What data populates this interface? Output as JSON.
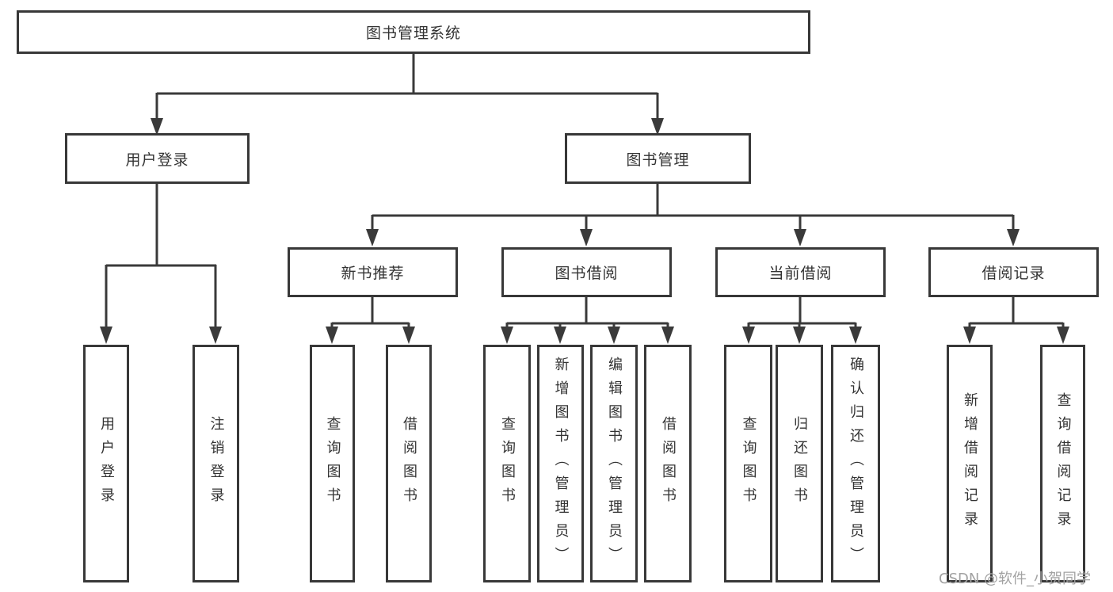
{
  "tree": {
    "root": "图书管理系统",
    "children": [
      {
        "label": "用户登录",
        "children": [
          "用户登录",
          "注销登录"
        ]
      },
      {
        "label": "图书管理",
        "children": [
          {
            "label": "新书推荐",
            "children": [
              "查询图书",
              "借阅图书"
            ]
          },
          {
            "label": "图书借阅",
            "children": [
              "查询图书",
              "新增图书（管理员）",
              "编辑图书（管理员）",
              "借阅图书"
            ]
          },
          {
            "label": "当前借阅",
            "children": [
              "查询图书",
              "归还图书",
              "确认归还（管理员）"
            ]
          },
          {
            "label": "借阅记录",
            "children": [
              "新增借阅记录",
              "查询借阅记录"
            ]
          }
        ]
      }
    ]
  },
  "watermark": {
    "text": "CSDN @软件_小贺同学"
  },
  "colors": {
    "line": "#3a3a3a",
    "text": "#333333",
    "background": "#ffffff"
  }
}
